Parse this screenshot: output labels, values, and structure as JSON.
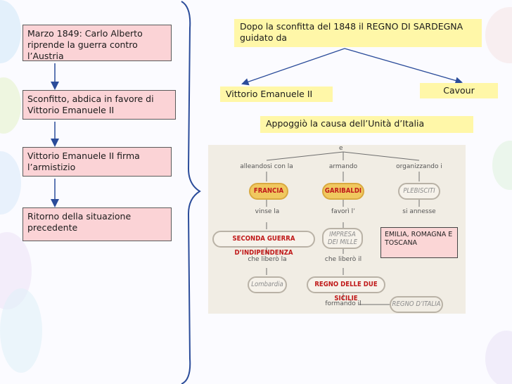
{
  "left_boxes": [
    "Marzo 1849: Carlo Alberto riprende la guerra contro l’Austria",
    "Sconfitto, abdica in favore di Vittorio Emanuele II",
    "Vittorio Emanuele II firma l’armistizio",
    "Ritorno della situazione precedente"
  ],
  "top_box": "Dopo la sconfitta del 1848 il REGNO DI SARDEGNA guidato da",
  "branch_left": "Vittorio Emanuele II",
  "branch_right": "Cavour",
  "support_box": "Appoggiò la causa dell’Unità d’Italia",
  "photo_map": {
    "top_connector": "e",
    "col_headers": [
      "alleandosi con la",
      "armando",
      "organizzando i"
    ],
    "row1": [
      "FRANCIA",
      "GARIBALDI",
      "PLEBISCITI"
    ],
    "mid1": [
      "vinse la",
      "favorì l’",
      "si annesse"
    ],
    "row2": [
      "SECONDA GUERRA D’INDIPENDENZA",
      "IMPRESA DEI MILLE"
    ],
    "mid2": [
      "che liberò la",
      "che liberò il"
    ],
    "row3": [
      "Lombardia",
      "REGNO DELLE DUE SICILIE"
    ],
    "mid3": "formando il",
    "row4": "REGNO D’ITALIA"
  },
  "overlay_box": "EMILIA, ROMAGNA E TOSCANA",
  "colors": {
    "left_box_fill": "#fbd3d6",
    "highlight_fill": "#fff7a8",
    "arrow_color": "#2b4c9a"
  }
}
